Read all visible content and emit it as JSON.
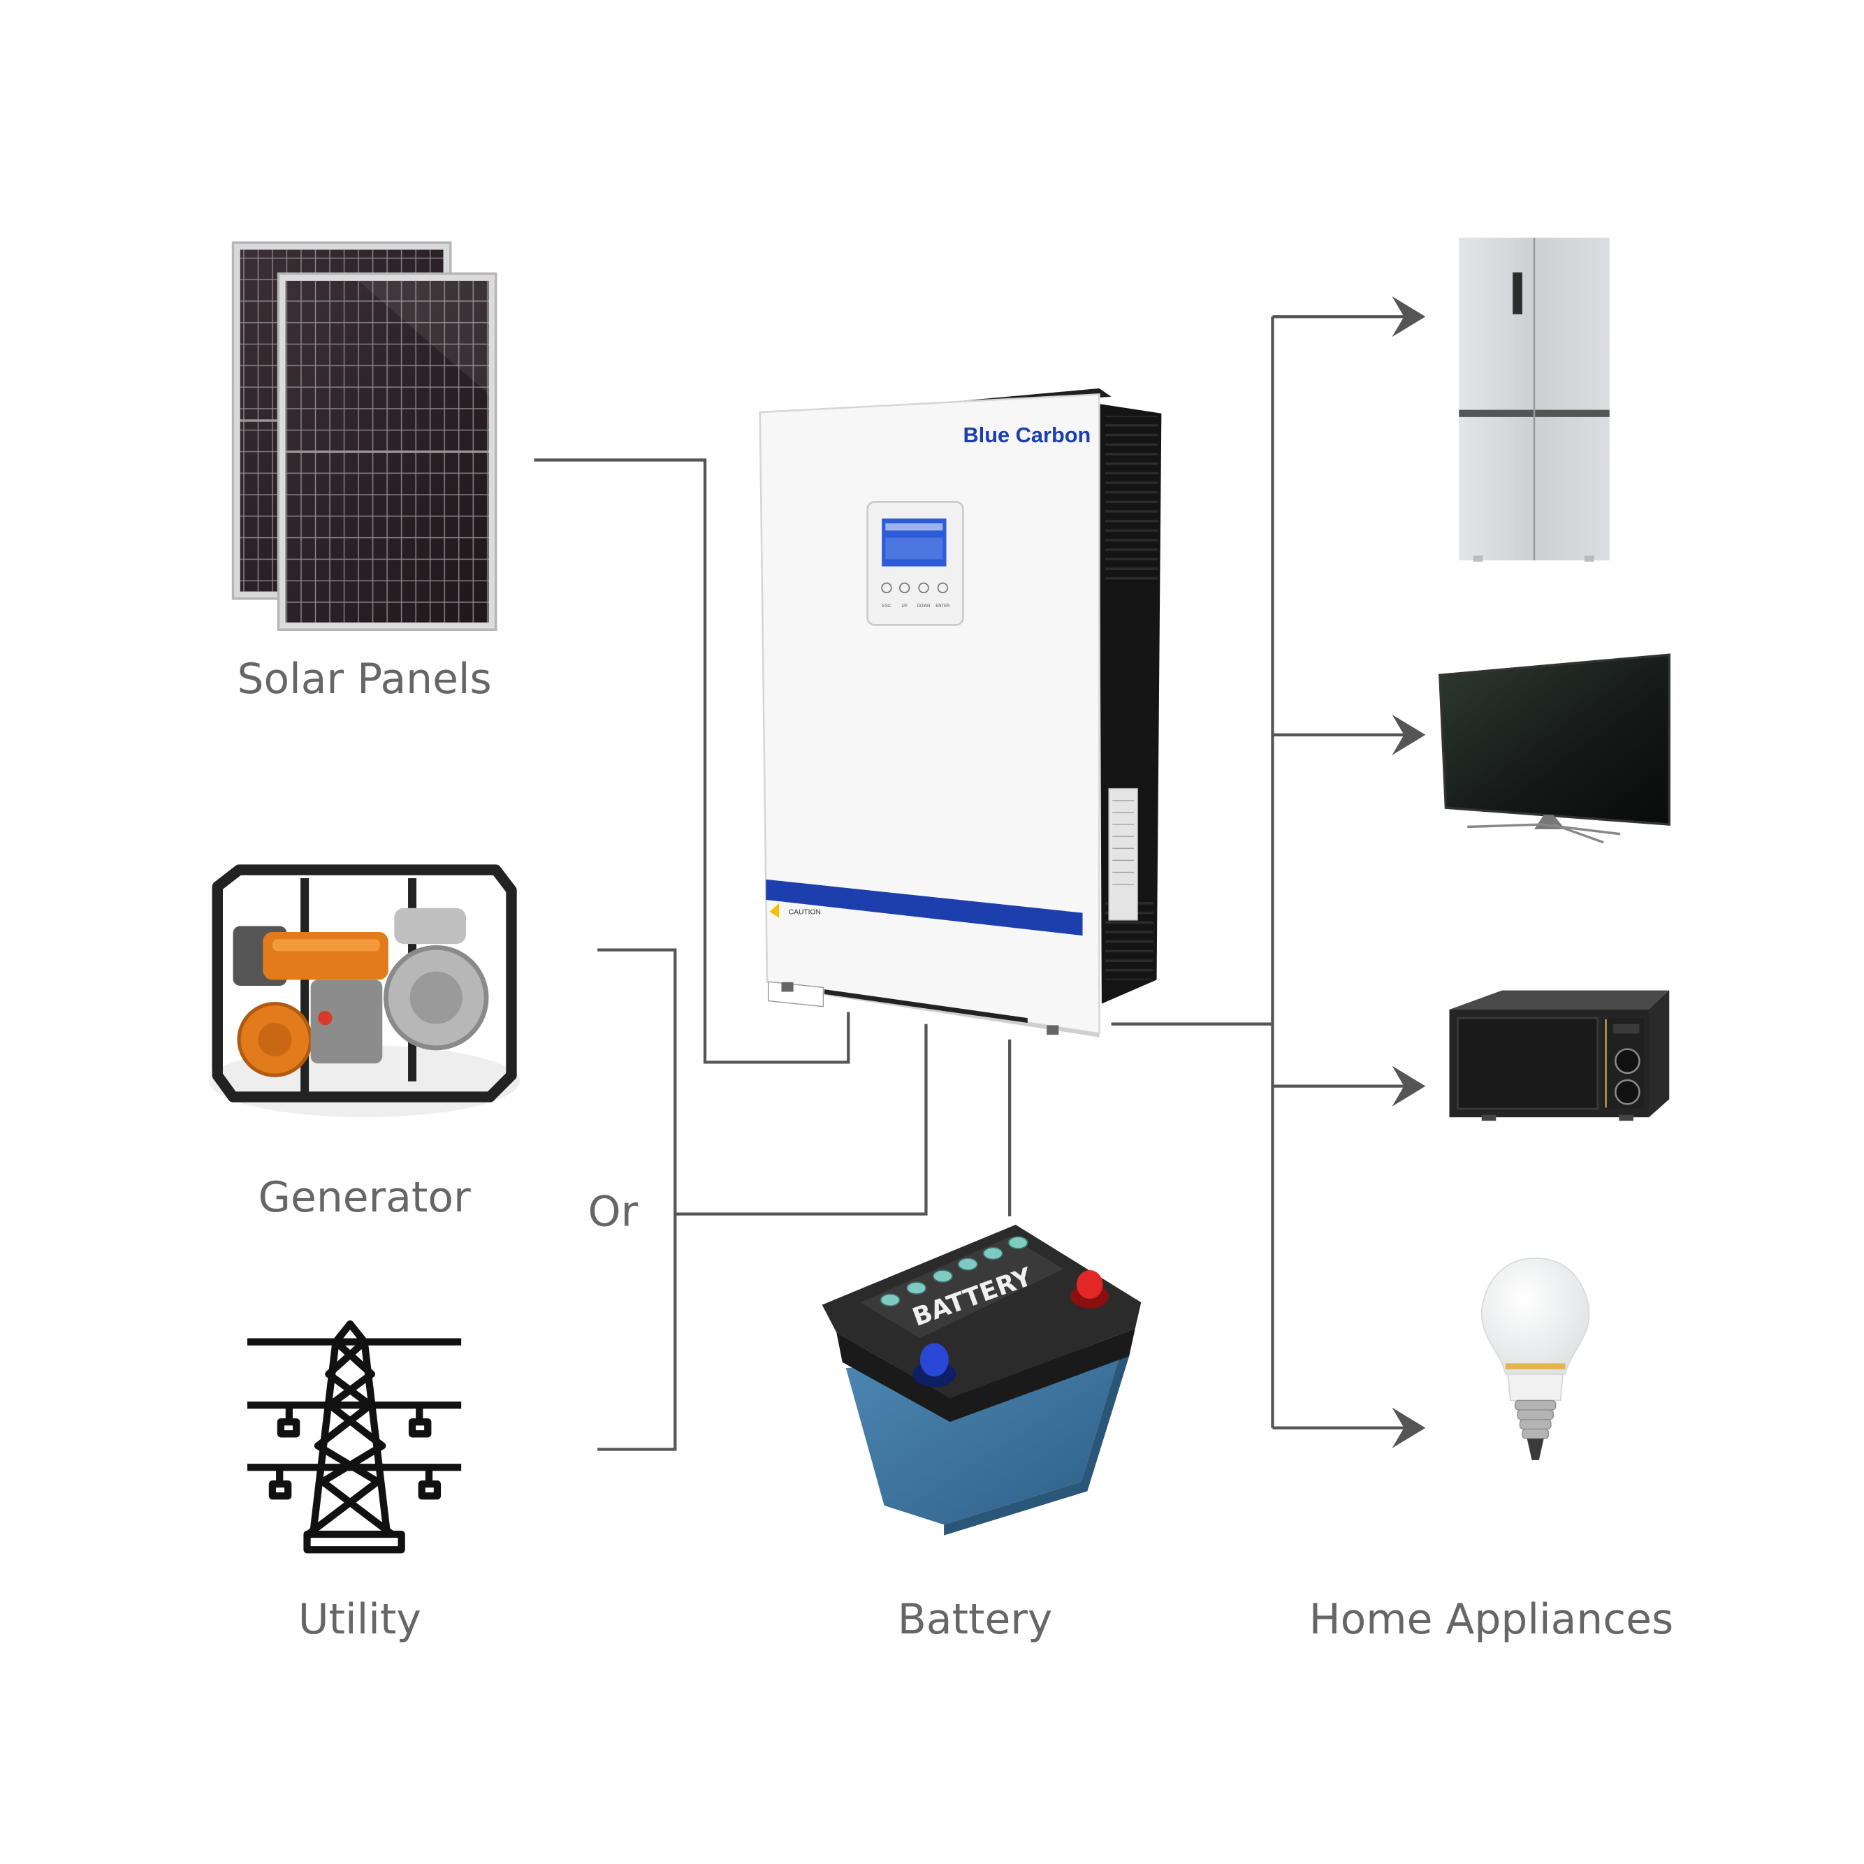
{
  "labels": {
    "solar": "Solar Panels",
    "generator": "Generator",
    "or": "Or",
    "utility": "Utility",
    "battery": "Battery",
    "appliances": "Home Appliances"
  },
  "inverter": {
    "brand": "Blue Carbon",
    "caution": "CAUTION",
    "button_labels": [
      "ESC",
      "UP",
      "DOWN",
      "ENTER"
    ]
  },
  "battery": {
    "text": "BATTERY"
  },
  "colors": {
    "line": "#555555",
    "label": "#666666",
    "brand_blue": "#1d3fae",
    "panel_dark": "#2a2226"
  }
}
